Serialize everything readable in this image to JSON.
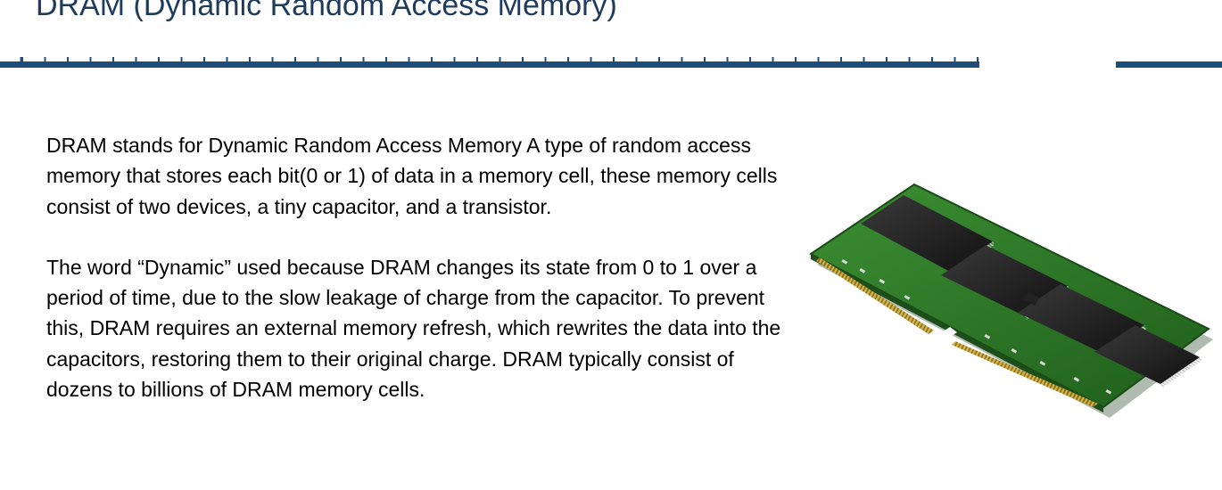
{
  "slide": {
    "title": "DRAM (Dynamic Random Access Memory)",
    "paragraphs": [
      "DRAM stands for Dynamic Random Access Memory A type of random access memory that stores each bit(0 or 1) of data in a memory cell, these memory cells consist of two devices, a tiny capacitor, and a transistor.",
      "The word “Dynamic” used because DRAM changes its state from 0 to 1 over a period of time, due to the slow leakage of charge from the capacitor. To prevent this, DRAM requires an external memory refresh, which rewrites the data into the capacitors, restoring them to their original charge. DRAM typically consist of dozens to billions of DRAM memory cells."
    ],
    "image": {
      "icon": "ram-module-icon"
    },
    "colors": {
      "title": "#1f3b5c",
      "rule": "#1f4e79",
      "pcb": "#2f7d2a",
      "chip": "#1c1c1c",
      "contacts": "#c9a53a"
    }
  }
}
